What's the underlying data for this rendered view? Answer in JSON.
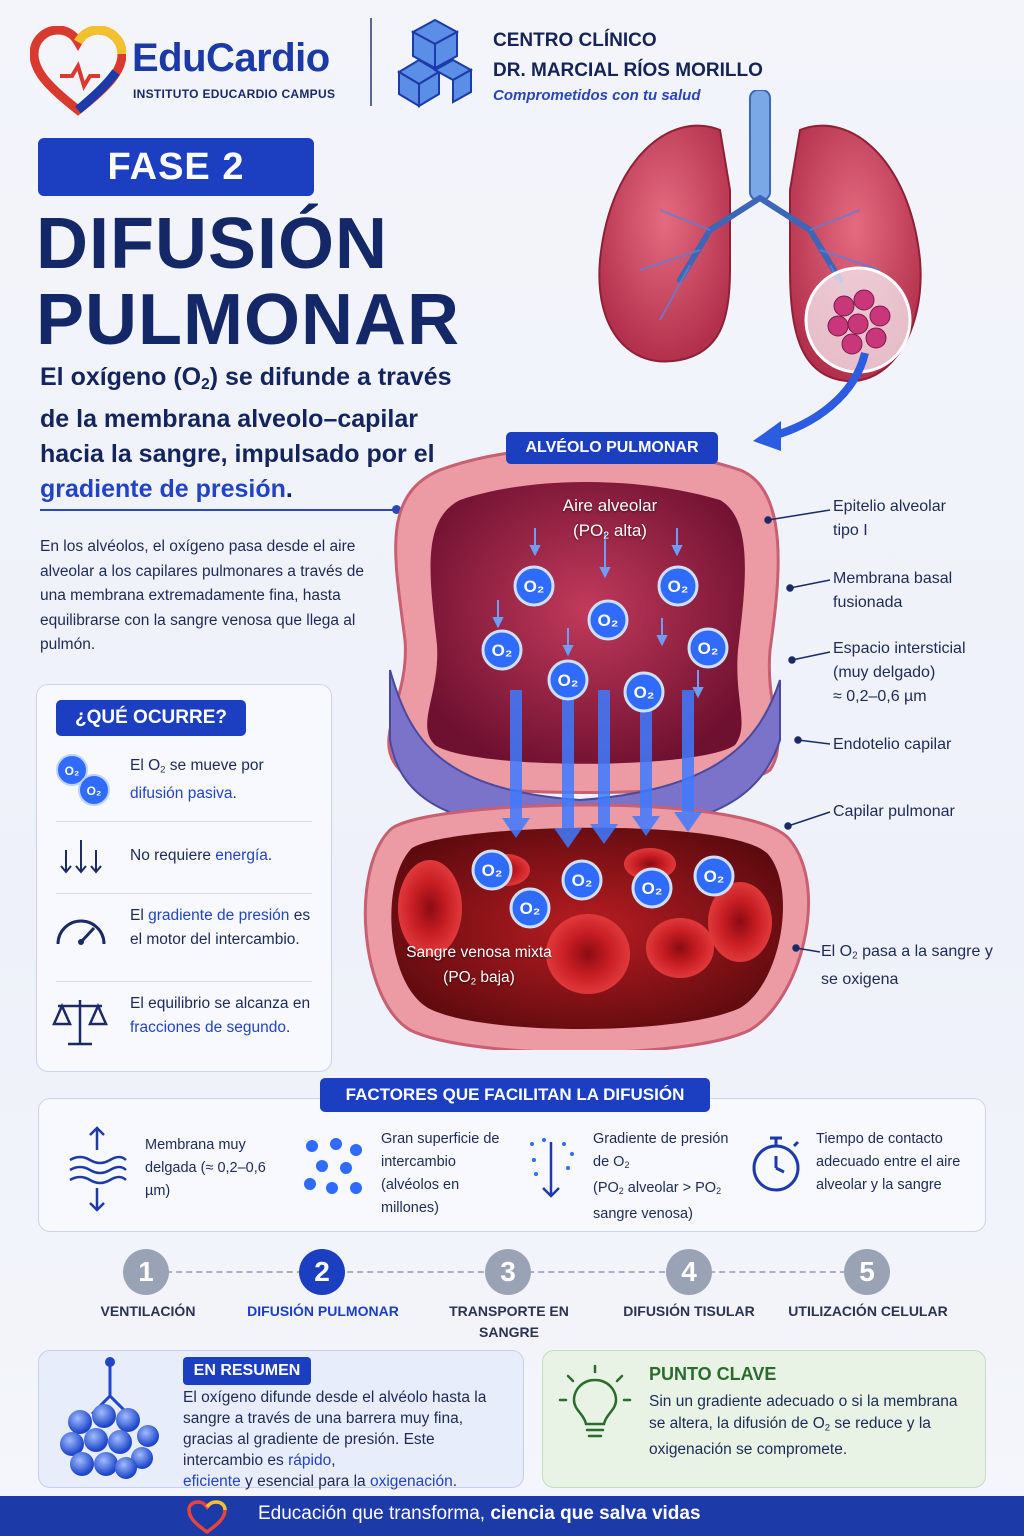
{
  "header": {
    "brand_name": "EduCardio",
    "brand_sub": "INSTITUTO EDUCARDIO CAMPUS",
    "clinic_line1": "CENTRO CLÍNICO",
    "clinic_line2": "DR. MARCIAL RÍOS MORILLO",
    "clinic_tagline": "Comprometidos con tu salud"
  },
  "title": {
    "phase": "FASE 2",
    "line1": "DIFUSIÓN",
    "line2": "PULMONAR"
  },
  "lead": {
    "p1": "El oxígeno (O",
    "sub": "2",
    "p2": ") se difunde a través de la membrana alveolo–capilar hacia la sangre, impulsado por el ",
    "highlight": "gradiente de presión",
    "end": "."
  },
  "intro": "En los alvéolos, el oxígeno pasa desde el aire alveolar a los capilares pulmonares a través de una membrana extremadamente fina, hasta equilibrarse con la sangre venosa que llega al pulmón.",
  "que_ocurre": {
    "title": "¿QUÉ OCURRE?",
    "item1_a": "El O",
    "item1_sub": "2",
    "item1_b": " se mueve por",
    "item1_hl": "difusión pasiva",
    "item1_end": ".",
    "item2_a": "No requiere ",
    "item2_hl": "energía",
    "item2_end": ".",
    "item3_a": "El ",
    "item3_hl": "gradiente de presión",
    "item3_b": " es el motor del intercambio.",
    "item4_a": "El equilibrio se alcanza en ",
    "item4_hl": "fracciones de segundo",
    "item4_end": "."
  },
  "diagram": {
    "badge": "ALVÉOLO PULMONAR",
    "o2": "O",
    "o2_sub": "2",
    "air_line1": "Aire alveolar",
    "air_line2a": "(PO",
    "air_line2b": " alta)",
    "blood_line1": "Sangre venosa mixta",
    "blood_line2a": "(PO",
    "blood_line2b": " baja)",
    "labels": {
      "epitelio": "Epitelio alveolar tipo I",
      "membrana": "Membrana basal fusionada",
      "espacio1": "Espacio intersticial",
      "espacio2": "(muy delgado)",
      "espacio3": "≈ 0,2–0,6 µm",
      "endotelio": "Endotelio capilar",
      "capilar": "Capilar pulmonar",
      "o2pasa_a": "El O",
      "o2pasa_b": " pasa a la sangre y se oxigena"
    }
  },
  "factores": {
    "title": "FACTORES QUE FACILITAN LA DIFUSIÓN",
    "f1": "Membrana muy delgada (≈ 0,2–0,6 µm)",
    "f2": "Gran superficie de intercambio (alvéolos en millones)",
    "f3_a": "Gradiente de presión de O",
    "f3_b": "(PO",
    "f3_c": " alveolar > PO",
    "f3_d": " sangre venosa)",
    "f4": "Tiempo de contacto adecuado entre el aire alveolar y la sangre"
  },
  "steps": [
    {
      "num": "1",
      "label": "VENTILACIÓN"
    },
    {
      "num": "2",
      "label": "DIFUSIÓN PULMONAR"
    },
    {
      "num": "3",
      "label": "TRANSPORTE EN SANGRE"
    },
    {
      "num": "4",
      "label": "DIFUSIÓN TISULAR"
    },
    {
      "num": "5",
      "label": "UTILIZACIÓN CELULAR"
    }
  ],
  "resumen": {
    "title": "EN RESUMEN",
    "text_a": "El oxígeno difunde desde el alvéolo hasta la sangre a través de una barrera muy fina, gracias al gradiente de presión. Este intercambio es ",
    "hl1": "rápido",
    "sep": ", ",
    "hl2": "eficiente",
    "text_b": " y esencial para la ",
    "hl3": "oxigenación",
    "end": "."
  },
  "punto_clave": {
    "title": "PUNTO CLAVE",
    "text_a": "Sin un gradiente adecuado o si la membrana se altera, la difusión de O",
    "sub": "2",
    "text_b": " se reduce y la oxigenación se compromete."
  },
  "footer": {
    "text_a": "Educación que transforma, ",
    "text_b": "ciencia que salva vidas"
  },
  "colors": {
    "primary": "#1c3fc1",
    "navy": "#142766",
    "oxygen": "#2f6bff",
    "blood": "#b01419",
    "green": "#2b6b2c"
  }
}
